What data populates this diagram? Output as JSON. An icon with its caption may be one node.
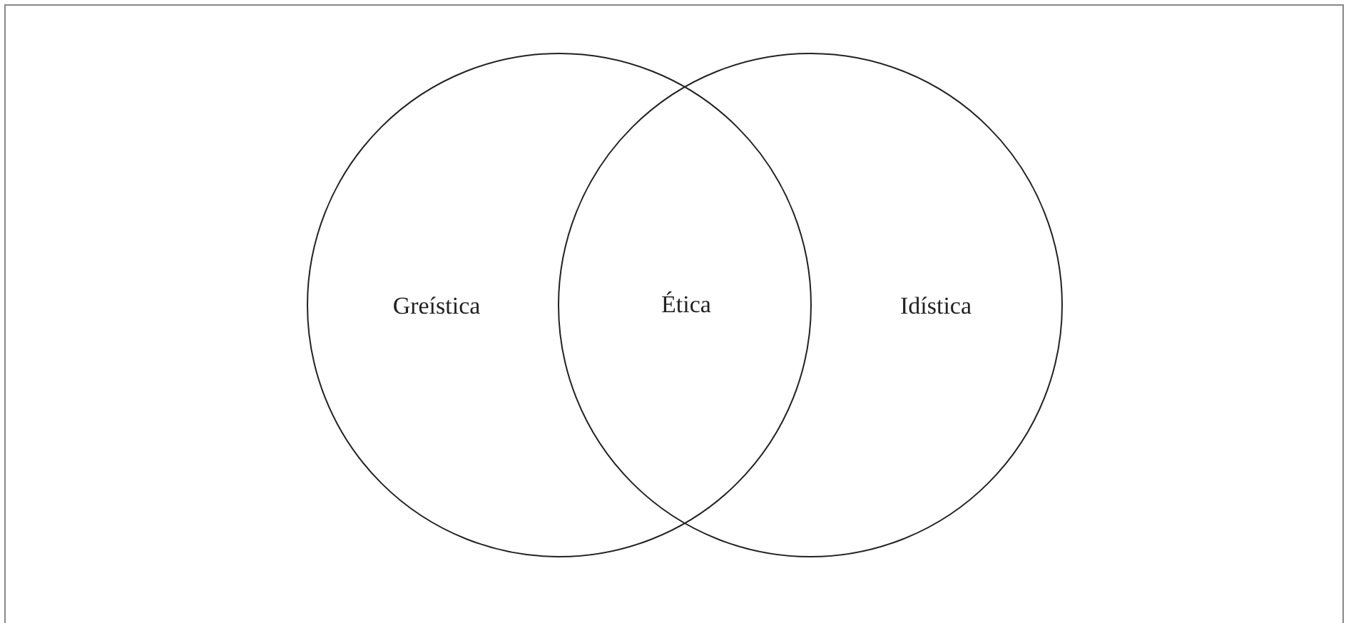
{
  "diagram": {
    "nodes": [
      {
        "text": [
          "Greística"
        ]
      },
      {
        "text": [
          "Idística"
        ]
      }
    ],
    "labels": [
      "Ética"
    ]
  }
}
